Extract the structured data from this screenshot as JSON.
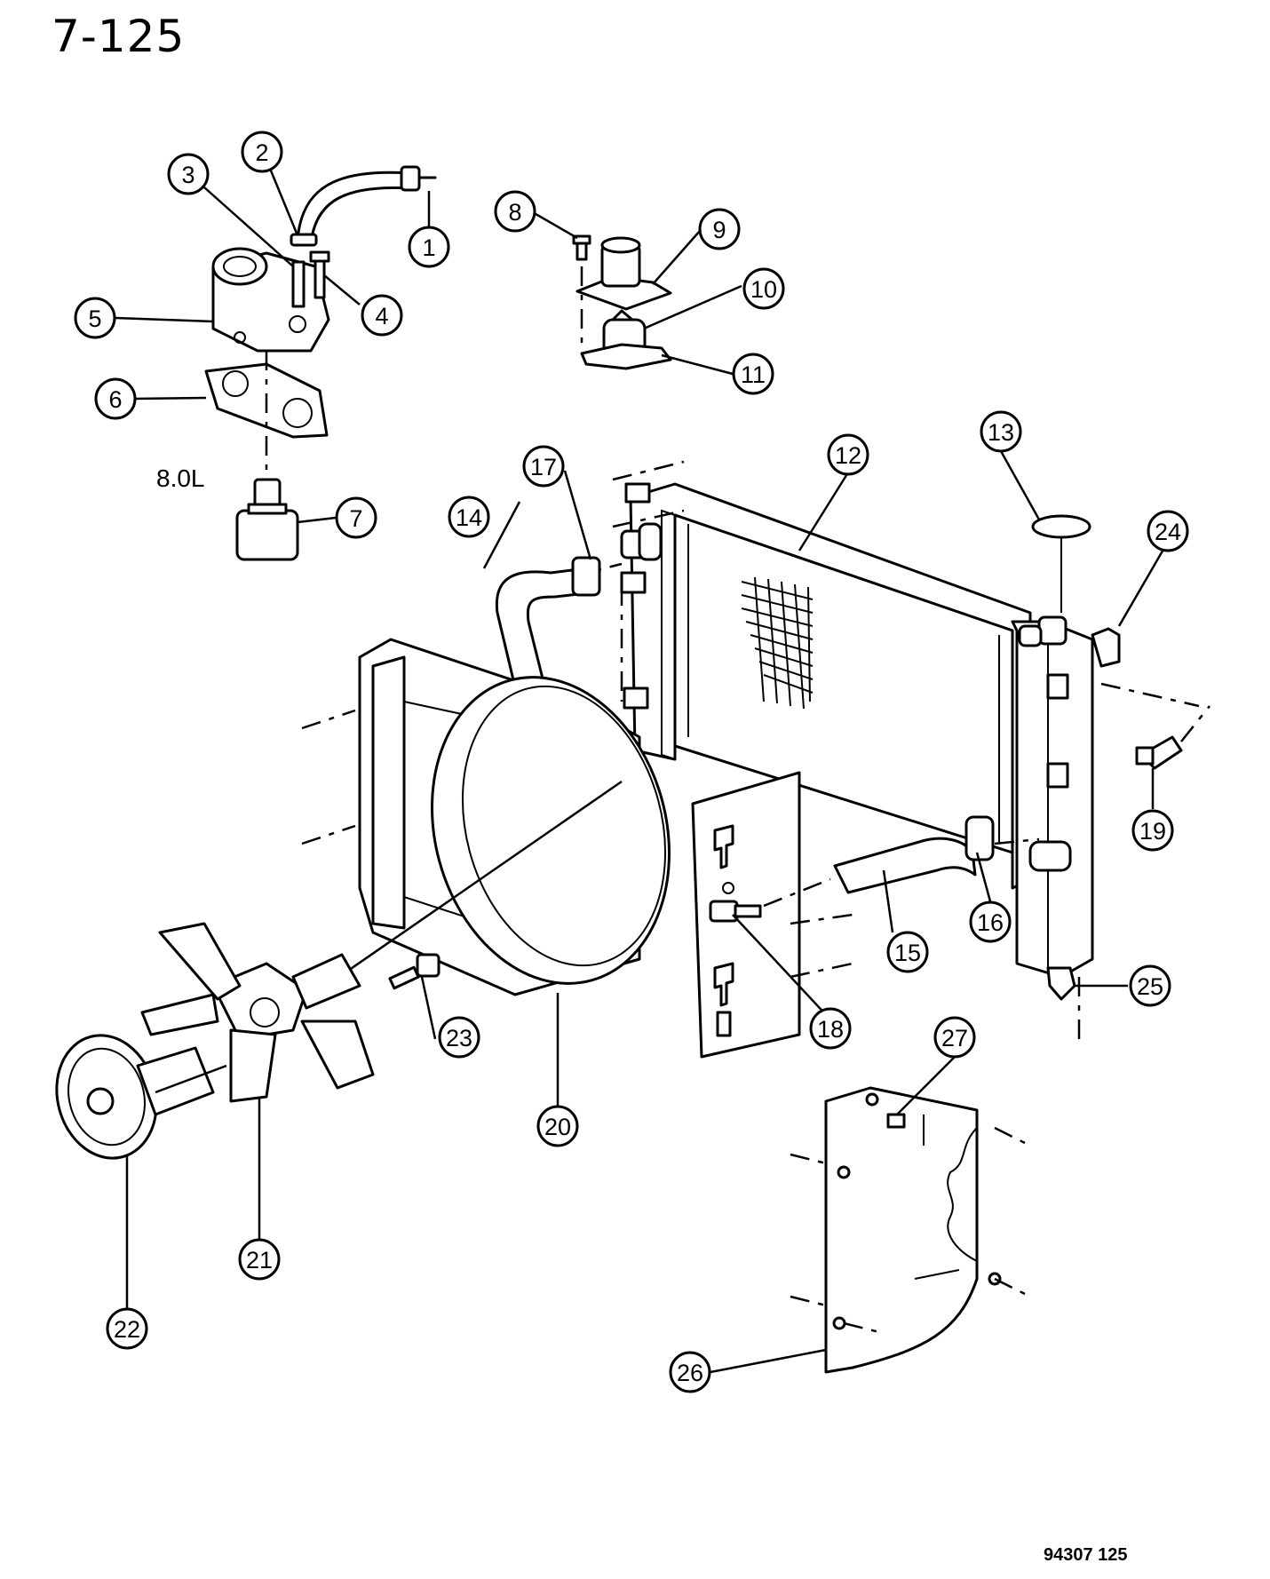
{
  "header": {
    "page_number": "7-125"
  },
  "engine_label": "8.0L",
  "figure_id": "94307  125",
  "callouts": [
    "1",
    "2",
    "3",
    "4",
    "5",
    "6",
    "7",
    "8",
    "9",
    "10",
    "11",
    "12",
    "13",
    "14",
    "15",
    "16",
    "17",
    "18",
    "19",
    "20",
    "21",
    "22",
    "23",
    "24",
    "25",
    "26",
    "27"
  ]
}
